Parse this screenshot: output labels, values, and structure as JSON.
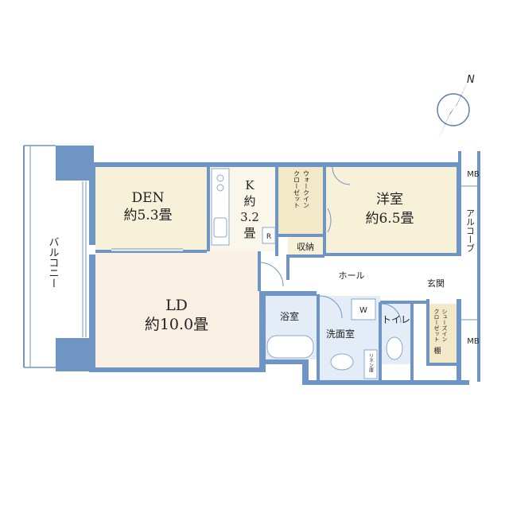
{
  "compass": {
    "north_label": "N",
    "icon": "north-arrow-icon"
  },
  "rooms": {
    "den": {
      "name": "DEN",
      "size": "約5.3畳"
    },
    "kitchen": {
      "name": "K",
      "size_line1": "約",
      "size_line2": "3.2",
      "size_line3": "畳",
      "fridge_mark": "R"
    },
    "wic": {
      "name": "ウォークイン",
      "name2": "クローゼット"
    },
    "western": {
      "name": "洋室",
      "size": "約6.5畳"
    },
    "storage": {
      "name": "収納"
    },
    "hall": {
      "name": "ホール"
    },
    "entrance": {
      "name": "玄関"
    },
    "ld": {
      "name": "LD",
      "size": "約10.0畳"
    },
    "bath": {
      "name": "浴室"
    },
    "washroom": {
      "name": "洗面室",
      "washer_mark": "W",
      "linen": "リネン庫"
    },
    "toilet": {
      "name": "トイレ"
    },
    "shoes": {
      "name": "シューズイン",
      "name2": "クローゼット",
      "shelf": "棚"
    }
  },
  "outside": {
    "balcony": "バルコニー",
    "alcove": "アルコーブ",
    "mb_top": "MB",
    "mb_bottom": "MB"
  },
  "colors": {
    "wall": "#6f95c4",
    "wood": "#f8f1da",
    "room_light": "#fbf6ea",
    "ld": "#f9efe3",
    "wet": "#e4edf7",
    "wic": "#f3e9c8",
    "text": "#222222"
  }
}
